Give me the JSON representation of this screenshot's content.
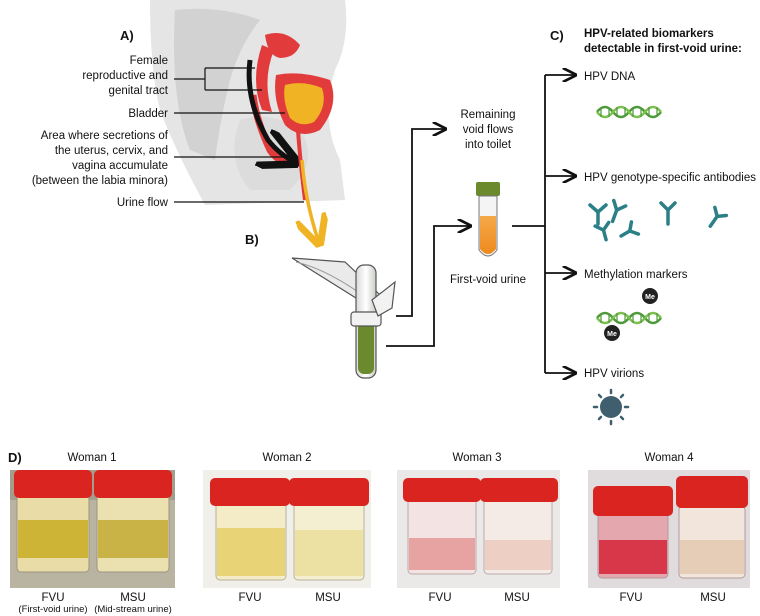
{
  "panels": {
    "a": "A)",
    "b": "B)",
    "c": "C)",
    "d": "D)"
  },
  "anatomy_labels": {
    "tract": [
      "Female",
      "reproductive and",
      "genital tract"
    ],
    "bladder": "Bladder",
    "secretions": [
      "Area where secretions of",
      "the uterus, cervix, and",
      "vagina accumulate",
      "(between the labia minora)"
    ],
    "flow": "Urine flow"
  },
  "flow_labels": {
    "remaining": [
      "Remaining",
      "void flows",
      "into toilet"
    ],
    "first_void": "First-void urine"
  },
  "biomarkers": {
    "title": [
      "HPV-related biomarkers",
      "detectable in first-void urine:"
    ],
    "items": [
      "HPV DNA",
      "HPV genotype-specific antibodies",
      "Methylation markers",
      "HPV virions"
    ],
    "me_badge": "Me"
  },
  "women": [
    {
      "name": "Woman 1",
      "fvu": "FVU",
      "msu": "MSU",
      "fvu_sub": "(First-void urine)",
      "msu_sub": "(Mid-stream urine)"
    },
    {
      "name": "Woman 2",
      "fvu": "FVU",
      "msu": "MSU",
      "fvu_sub": "",
      "msu_sub": ""
    },
    {
      "name": "Woman 3",
      "fvu": "FVU",
      "msu": "MSU",
      "fvu_sub": "",
      "msu_sub": ""
    },
    {
      "name": "Woman 4",
      "fvu": "FVU",
      "msu": "MSU",
      "fvu_sub": "",
      "msu_sub": ""
    }
  ],
  "colors": {
    "urine": "#f0b323",
    "tissue": "#e23b3b",
    "dna": "#4d9a3a",
    "antibody": "#2b7f86",
    "virion": "#3f5f6f",
    "cap": "#d9241f"
  }
}
